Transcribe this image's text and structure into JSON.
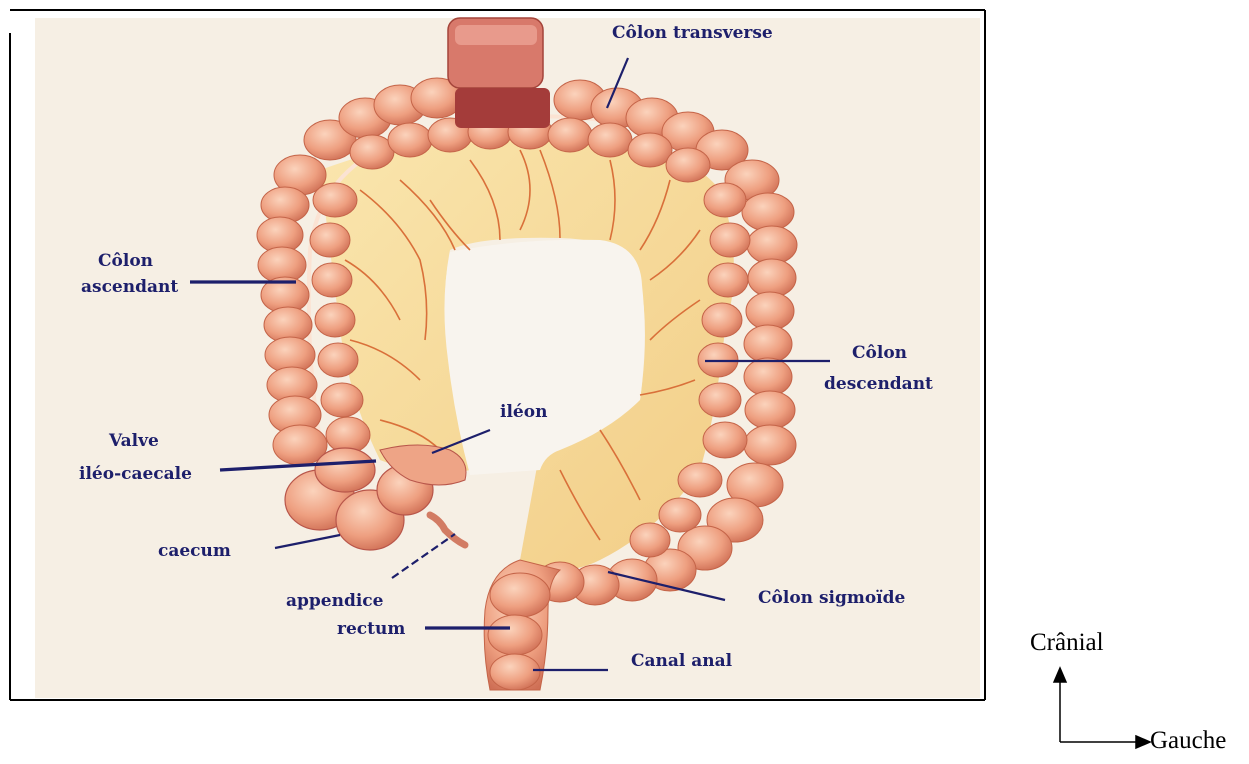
{
  "labels": {
    "colon_transverse": "Côlon transverse",
    "colon_ascendant_l1": "Côlon",
    "colon_ascendant_l2": "ascendant",
    "colon_descendant_l1": "Côlon",
    "colon_descendant_l2": "descendant",
    "ileon": "iléon",
    "valve_l1": "Valve",
    "valve_l2": "iléo-caecale",
    "caecum": "caecum",
    "appendice": "appendice",
    "rectum": "rectum",
    "colon_sigmoide": "Côlon sigmoïde",
    "canal_anal": "Canal anal"
  },
  "orientation": {
    "cranial": "Crânial",
    "gauche": "Gauche"
  },
  "colors": {
    "label_text": "#1d1f6b",
    "background_paper": "#f6f0e6",
    "colon_wall": "#e49a7a",
    "colon_haustra": "#f2b597",
    "mesentery": "#f6dc9c",
    "vessels": "#d9703a"
  }
}
